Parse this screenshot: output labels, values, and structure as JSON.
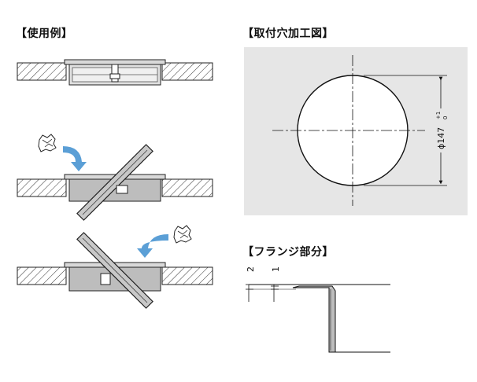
{
  "headings": {
    "usage_example": "【使用例】",
    "hole_machining": "【取付穴加工図】",
    "flange_section": "【フランジ部分】"
  },
  "hole_drawing": {
    "diameter_symbol": "ϕ147",
    "tolerance_upper": "+1",
    "tolerance_lower": "0"
  },
  "flange_drawing": {
    "dim_a": "2",
    "dim_b": "1"
  },
  "colors": {
    "arrow": "#5b9fd6",
    "panel_bg": "#e6e6e6",
    "gray_fill": "#bdbdbd",
    "flap_fill": "#c8c8c8"
  },
  "icons": [
    "crumpled-paper-icon",
    "curved-arrow-icon"
  ]
}
